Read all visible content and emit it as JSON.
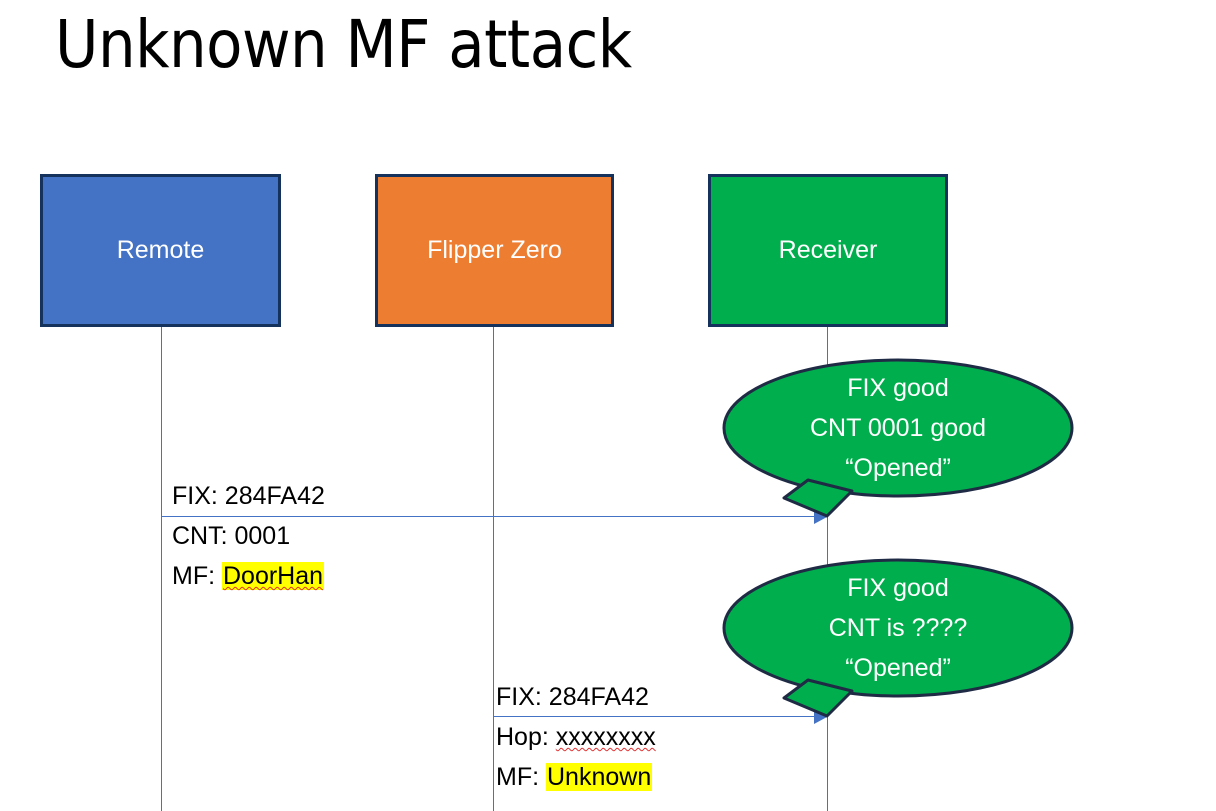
{
  "slide": {
    "title": "Unknown MF attack",
    "background": "#FFFFFF"
  },
  "colors": {
    "remote_fill": "#4472C4",
    "flipper_fill": "#ED7D31",
    "receiver_fill": "#00AE4D",
    "box_border": "#14325C",
    "bubble_fill": "#00AE4D",
    "bubble_border": "#1F2A44",
    "line": "#4472C4",
    "highlight": "#FFFF00",
    "text_dark": "#000000",
    "text_light": "#FFFFFF",
    "spellcheck_underline": "#E03030"
  },
  "actors": [
    {
      "id": "remote",
      "label": "Remote"
    },
    {
      "id": "flipper",
      "label": "Flipper Zero"
    },
    {
      "id": "receiver",
      "label": "Receiver"
    }
  ],
  "messages": [
    {
      "id": "msg-1",
      "from": "remote",
      "to": "receiver",
      "lines": [
        {
          "prefix": "FIX: ",
          "value": "284FA42",
          "highlighted": false,
          "spellcheck_error": false
        },
        {
          "prefix": "CNT: ",
          "value": "0001",
          "highlighted": false,
          "spellcheck_error": false
        },
        {
          "prefix": "MF: ",
          "value": "DoorHan",
          "highlighted": true,
          "spellcheck_error": true
        }
      ]
    },
    {
      "id": "msg-2",
      "from": "flipper",
      "to": "receiver",
      "lines": [
        {
          "prefix": "FIX: ",
          "value": "284FA42",
          "highlighted": false,
          "spellcheck_error": false
        },
        {
          "prefix": "Hop: ",
          "value": "xxxxxxxx",
          "highlighted": false,
          "spellcheck_error": true
        },
        {
          "prefix": "MF: ",
          "value": "Unknown",
          "highlighted": true,
          "spellcheck_error": false
        }
      ]
    }
  ],
  "bubbles": [
    {
      "id": "bubble-1",
      "attached_to": "receiver",
      "lines": [
        "FIX good",
        "CNT 0001 good",
        "“Opened”"
      ]
    },
    {
      "id": "bubble-2",
      "attached_to": "receiver",
      "lines": [
        "FIX good",
        "CNT is ????",
        "“Opened”"
      ]
    }
  ]
}
